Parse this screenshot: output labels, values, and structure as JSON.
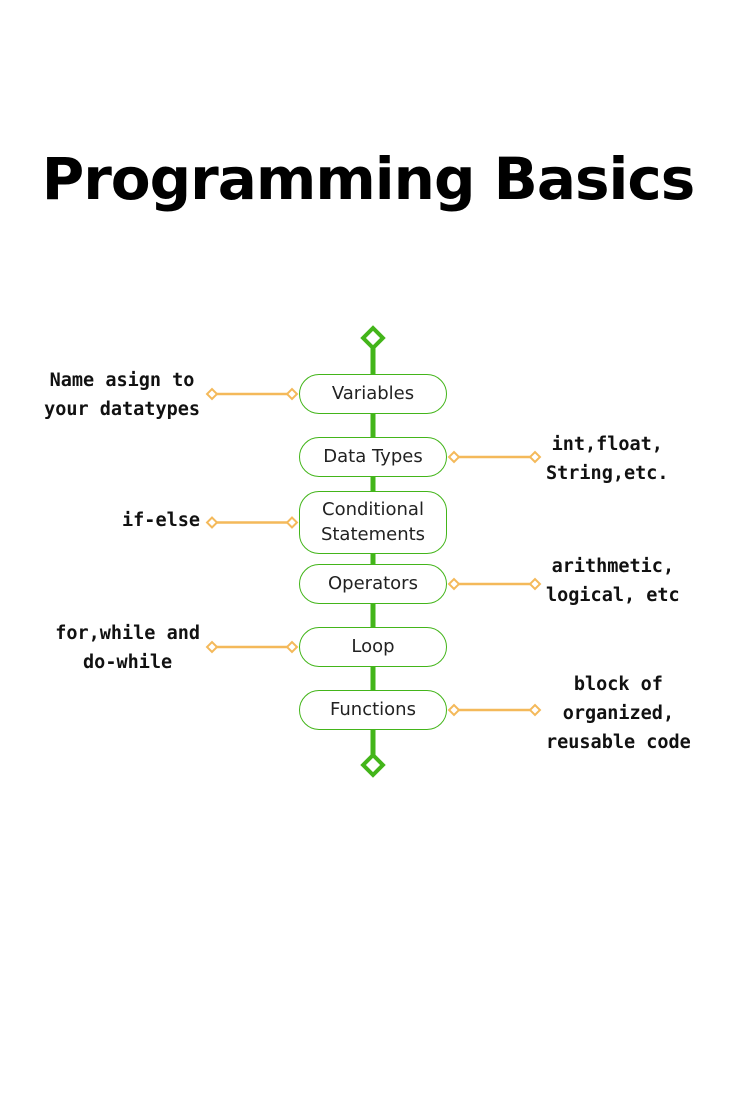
{
  "title": "Programming Basics",
  "colors": {
    "spine": "#43b51a",
    "connector": "#f4b95a",
    "text": "#111111"
  },
  "nodes": [
    {
      "label": "Variables",
      "note": [
        "Name asign to",
        "your datatypes"
      ],
      "side": "left"
    },
    {
      "label": "Data Types",
      "note": [
        "int,float,",
        "String,etc."
      ],
      "side": "right"
    },
    {
      "label": "Conditional Statements",
      "note": [
        "if-else"
      ],
      "side": "left"
    },
    {
      "label": "Operators",
      "note": [
        "arithmetic,",
        "logical, etc"
      ],
      "side": "right"
    },
    {
      "label": "Loop",
      "note": [
        "for,while and",
        "do-while"
      ],
      "side": "left"
    },
    {
      "label": "Functions",
      "note": [
        "block of",
        "organized,",
        "reusable code"
      ],
      "side": "right"
    }
  ]
}
